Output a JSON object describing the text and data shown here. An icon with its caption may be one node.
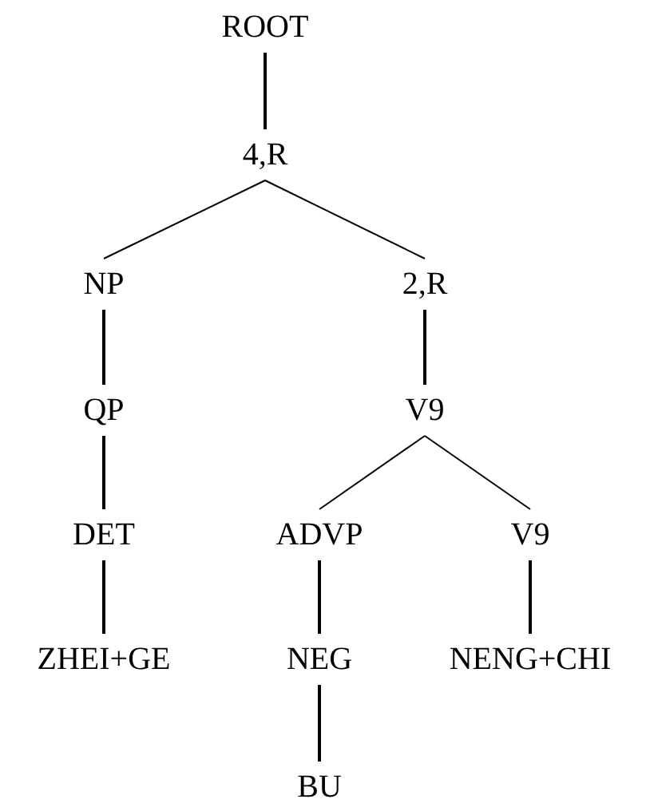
{
  "diagram": {
    "nodes": [
      {
        "text": [
          "ROOT"
        ]
      },
      {
        "text": [
          "4,R"
        ]
      },
      {
        "text": [
          "NP"
        ]
      },
      {
        "text": [
          "2,R"
        ]
      },
      {
        "text": [
          "QP"
        ]
      },
      {
        "text": [
          "V9"
        ]
      },
      {
        "text": [
          "DET"
        ]
      },
      {
        "text": [
          "ADVP"
        ]
      },
      {
        "text": [
          "V9"
        ]
      },
      {
        "text": [
          "ZHEI+GE"
        ]
      },
      {
        "text": [
          "NEG"
        ]
      },
      {
        "text": [
          "NENG+CHI"
        ]
      },
      {
        "text": [
          "BU"
        ]
      }
    ],
    "edges": [
      {
        "from": 0,
        "to": 1,
        "arrow": "none"
      },
      {
        "from": 1,
        "to": 2,
        "arrow": "none"
      },
      {
        "from": 1,
        "to": 3,
        "arrow": "none"
      },
      {
        "from": 2,
        "to": 4,
        "arrow": "none"
      },
      {
        "from": 3,
        "to": 5,
        "arrow": "none"
      },
      {
        "from": 4,
        "to": 6,
        "arrow": "none"
      },
      {
        "from": 5,
        "to": 7,
        "arrow": "none"
      },
      {
        "from": 5,
        "to": 8,
        "arrow": "none"
      },
      {
        "from": 6,
        "to": 9,
        "arrow": "none"
      },
      {
        "from": 7,
        "to": 10,
        "arrow": "none"
      },
      {
        "from": 8,
        "to": 11,
        "arrow": "none"
      },
      {
        "from": 10,
        "to": 12,
        "arrow": "none"
      }
    ]
  }
}
